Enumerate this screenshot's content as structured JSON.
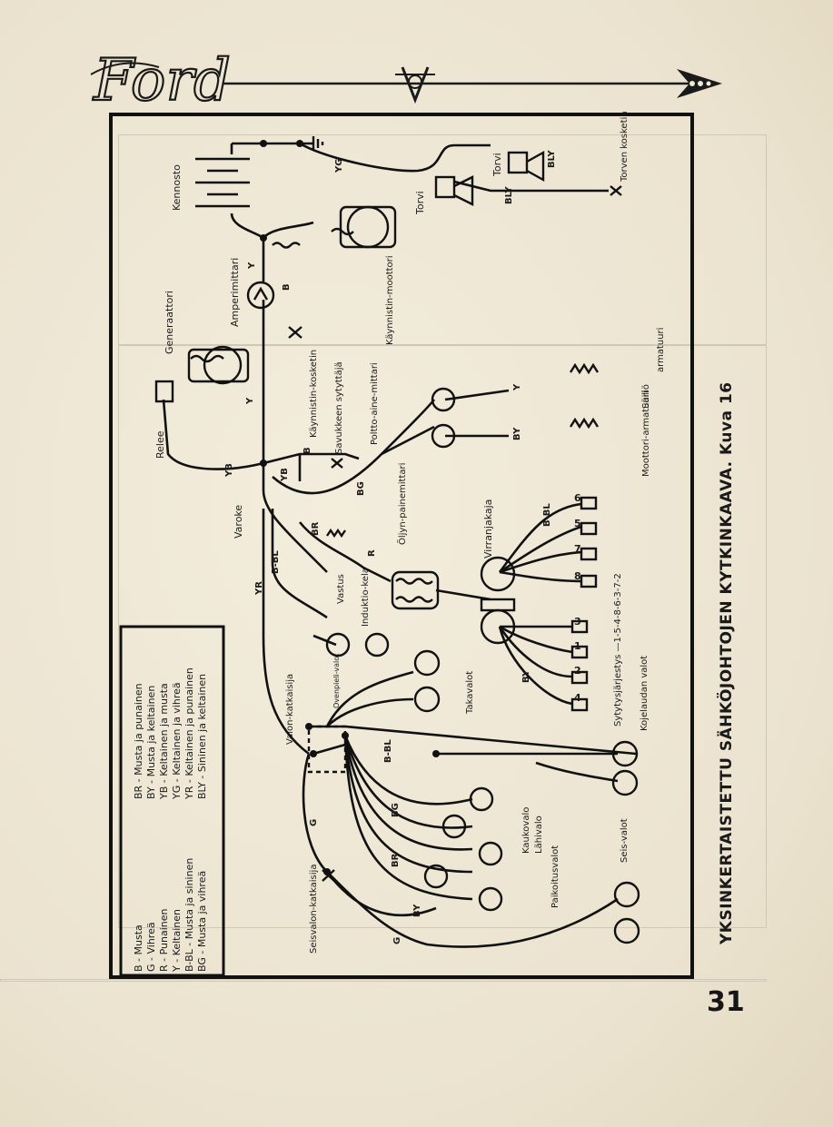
{
  "header": {
    "brand": "Ford"
  },
  "caption": "YKSINKERTAISTETTU SÄHKÖJOHTOJEN KYTKINKAAVA.  Kuva 16",
  "page_number": "31",
  "legend": [
    "B - Musta",
    "G - Vihreä",
    "R - Punainen",
    "Y - Keltainen",
    "B-BL - Musta ja sininen",
    "BG - Musta ja vihreä",
    "BR - Musta ja punainen",
    "BY - Musta ja keltainen",
    "YB - Keltainen ja musta",
    "YG - Keltainen ja vihreä",
    "YR - Keltainen ja punainen",
    "BLY - Sininen ja keltainen"
  ],
  "components": {
    "kennosto": "Kennosto",
    "amperimittari": "Amperimittari",
    "generaattori": "Generaattori",
    "relee": "Relee",
    "varoke": "Varoke",
    "kaynnistinkosketin": "Käynnistin-kosketin",
    "kaynnistinmoottori": "Käynnistin-moottori",
    "savukkeen_sytyttaja": "Savukkeen sytyttäjä",
    "torvi": "Torvi",
    "torvi2": "Torvi",
    "torven_kosketin": "Torven kosketin",
    "polttoainemittari": "Poltto-aine-mittari",
    "sailio": "Säiliö",
    "moottoriarmatuuri": "Moottori-armatuuri",
    "armatuuri": "armatuuri",
    "oljynpainemittari": "Öljyn-painemittari",
    "virranjakaja": "Virranjakaja",
    "vastus": "Vastus",
    "induktiokela": "Induktio-kela",
    "sytytysjarjestys": "Sytytysjärjestys —1-5-4-8-6-3-7-2",
    "kojelaudan_valot": "Kojelaudan valot",
    "takavalot": "Takavalot",
    "ovenpielivalot": "Ovenpieli-valot",
    "valonkatkaisija": "Valon-katkaisija",
    "kaukovalo": "Kaukovalo",
    "lahivalo": "Lähivalo",
    "paikoitusvalot": "Paikoitusvalot",
    "seisvalot": "Seis-valot",
    "seisvalonkatkaisija": "Seisvalon-katkaisija"
  },
  "wire_labels": {
    "YG": "YG",
    "Y": "Y",
    "B": "B",
    "YB": "YB",
    "BG": "BG",
    "BR": "BR",
    "R": "R",
    "YR": "YR",
    "BBL": "B-BL",
    "G": "G",
    "BY": "BY",
    "BLY": "BLY"
  },
  "cylinders": [
    "1",
    "2",
    "3",
    "4",
    "5",
    "6",
    "7",
    "8"
  ],
  "colors": {
    "ink": "#1a1a1a",
    "paper": "#efe8d6"
  }
}
